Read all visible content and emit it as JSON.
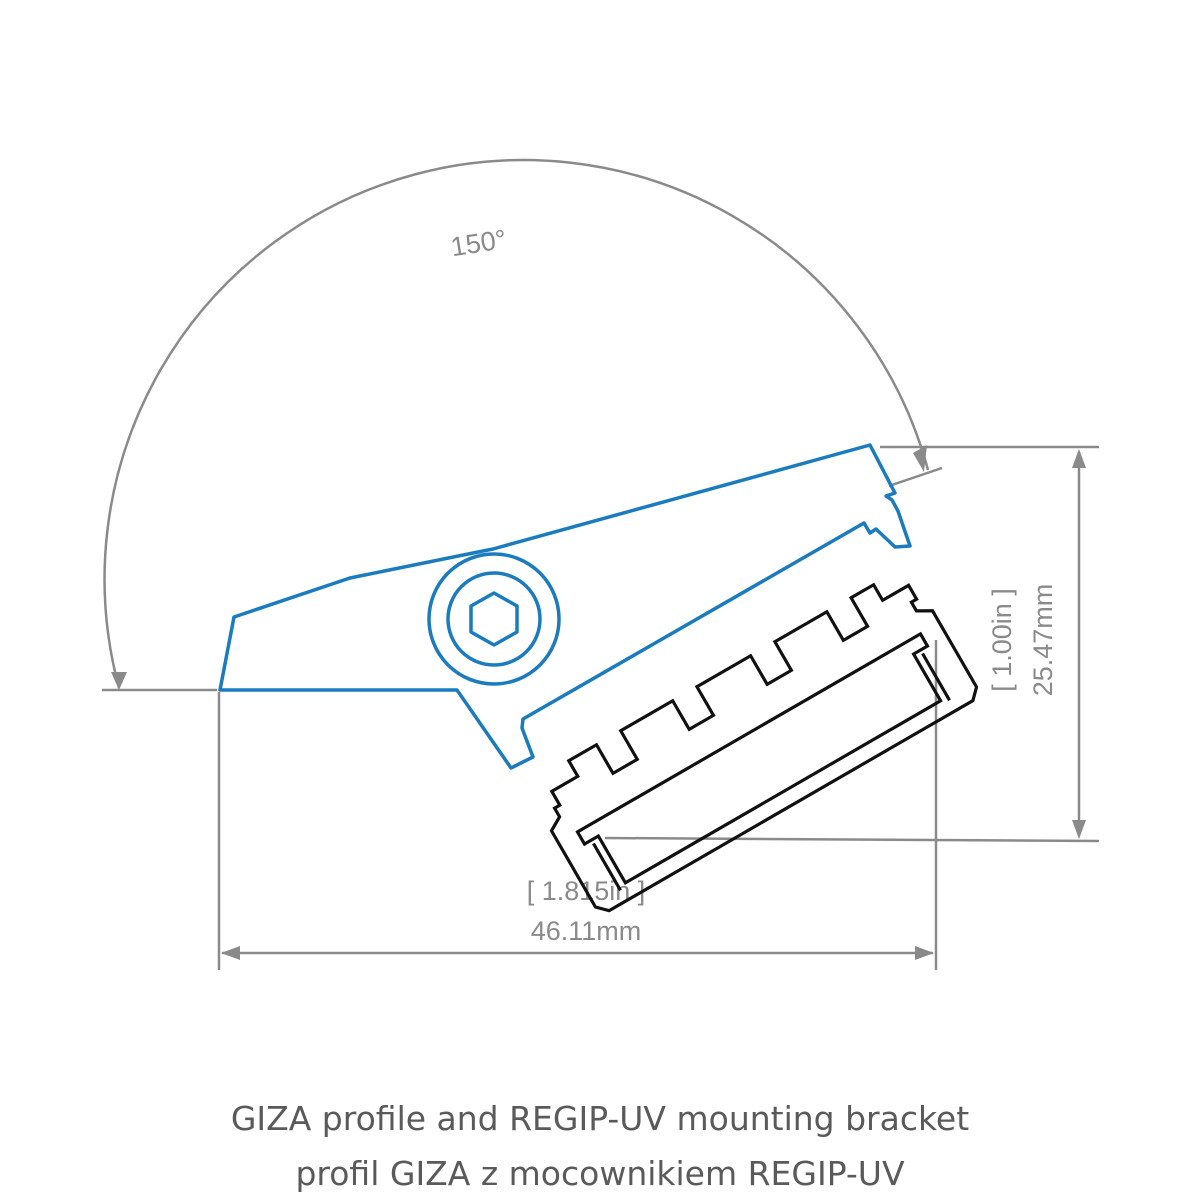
{
  "dimensions": {
    "angle": "150°",
    "height_in": "[ 1.00in ]",
    "height_mm": "25.47mm",
    "width_in": "[ 1.815in ]",
    "width_mm": "46.11mm"
  },
  "caption": {
    "line1": "GIZA profile and REGIP-UV mounting bracket",
    "line2": "profil GIZA z mocownikiem REGIP-UV"
  },
  "colors": {
    "bracket": "#1a7bbf",
    "profile": "#111111",
    "dimension": "#8a8a8a",
    "caption": "#5a5a5a"
  }
}
